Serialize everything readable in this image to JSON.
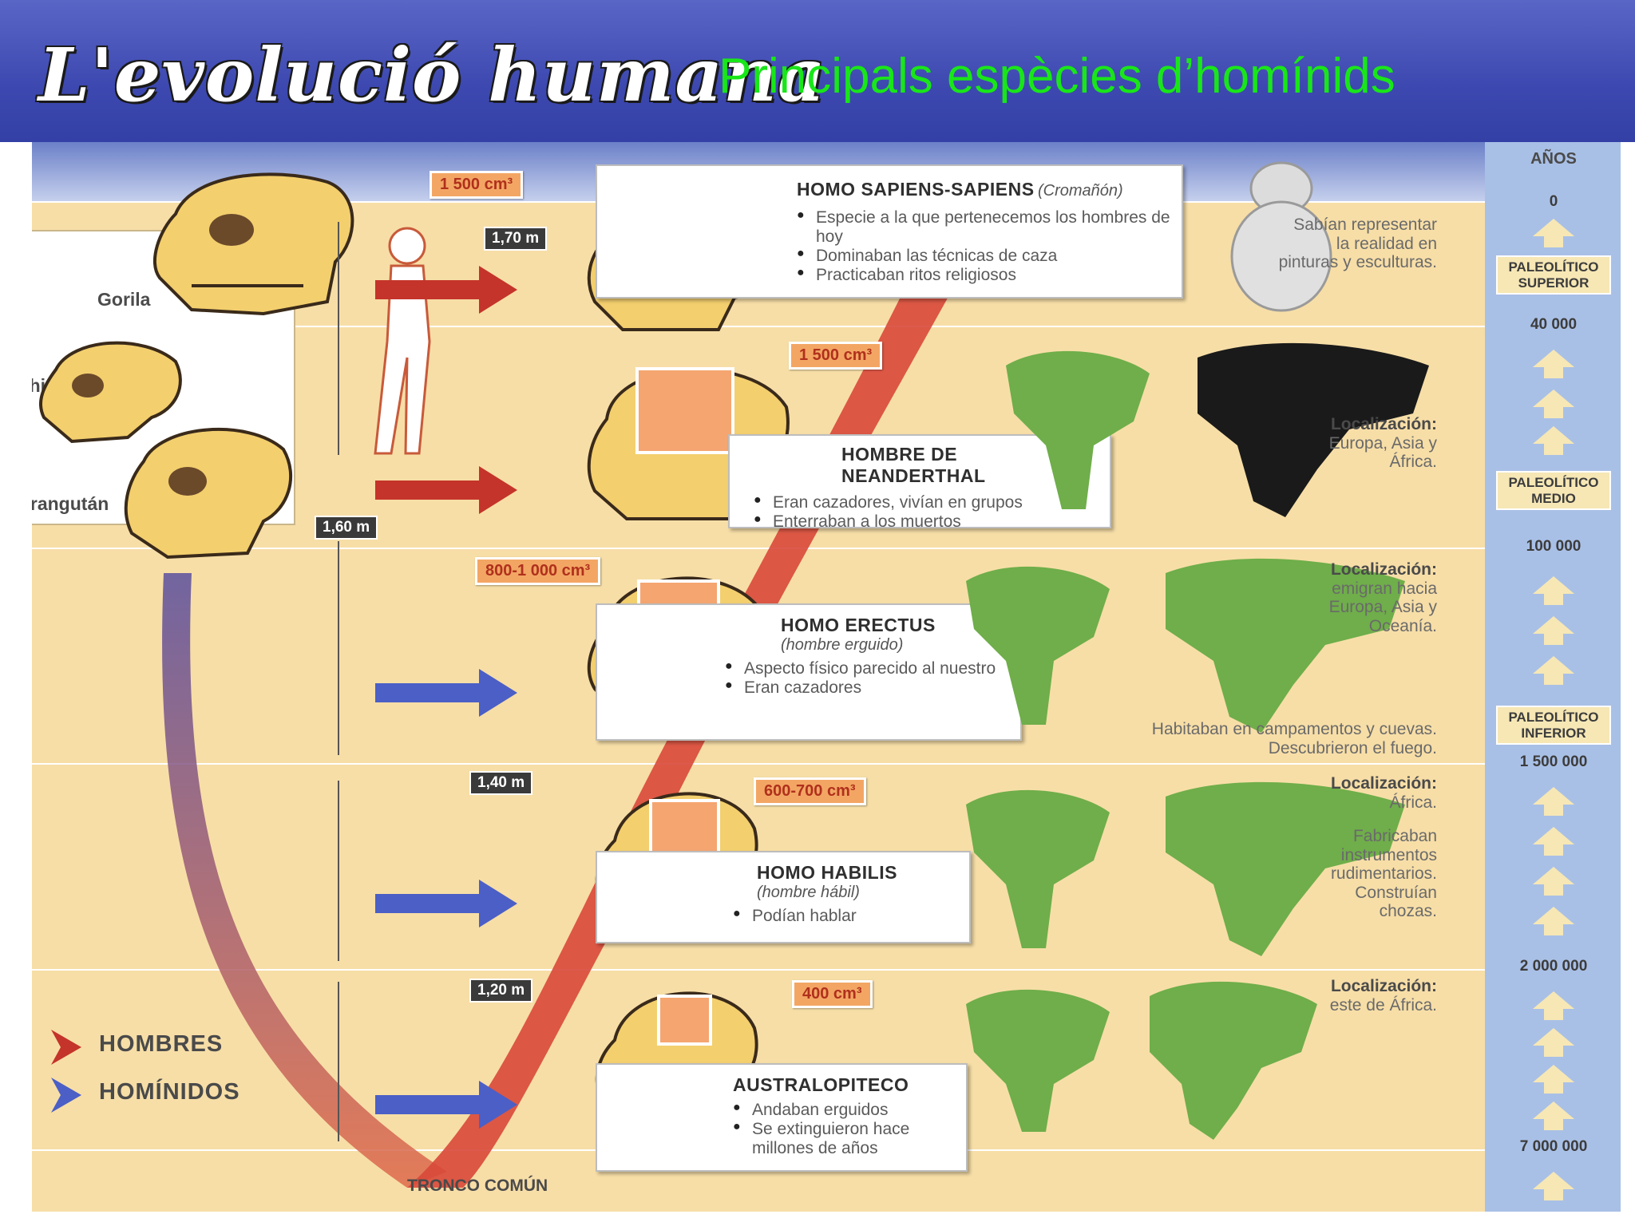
{
  "header": {
    "title": "L'evolució humana",
    "subtitle": "Principals espècies d’homínids"
  },
  "primates": {
    "labels": [
      "Gorila",
      "Chimpancé",
      "Orangután"
    ]
  },
  "species": [
    {
      "name": "HOMO SAPIENS-SAPIENS",
      "note": "(Cromañón)",
      "brain": "1 500 cm³",
      "height": "1,70 m",
      "arrow": "HOMBRES",
      "bullets": [
        "Especie a la que pertenecemos los hombres de hoy",
        "Dominaban las técnicas de caza",
        "Practicaban ritos religiosos"
      ],
      "side_text": "Sabían representar la realidad en pinturas y esculturas."
    },
    {
      "name": "HOMBRE DE NEANDERTHAL",
      "note": "",
      "brain": "1 500 cm³",
      "height": "1,60 m",
      "arrow": "HOMBRES",
      "bullets": [
        "Eran cazadores, vivían en grupos",
        "Enterraban a los muertos"
      ],
      "location_label": "Localización:",
      "location": "Europa, Asia y África."
    },
    {
      "name": "HOMO ERECTUS",
      "note": "(hombre erguido)",
      "brain": "800-1 000 cm³",
      "height": "",
      "arrow": "HOMÍNIDOS",
      "bullets": [
        "Aspecto físico parecido al nuestro",
        "Eran cazadores"
      ],
      "location_label": "Localización:",
      "location": "emigran hacia Europa, Asia y Oceanía.",
      "side_text": "Habitaban en campamentos y cuevas. Descubrieron el fuego."
    },
    {
      "name": "HOMO HABILIS",
      "note": "(hombre hábil)",
      "brain": "600-700 cm³",
      "height": "1,40 m",
      "arrow": "HOMÍNIDOS",
      "bullets": [
        "Podían hablar"
      ],
      "location_label": "Localización:",
      "location": "África.",
      "side_text": "Fabricaban instrumentos rudimentarios. Construían chozas."
    },
    {
      "name": "AUSTRALOPITECO",
      "note": "",
      "brain": "400 cm³",
      "height": "1,20 m",
      "arrow": "HOMÍNIDOS",
      "bullets": [
        "Andaban erguidos",
        "Se extinguieron hace millones de años"
      ],
      "location_label": "Localización:",
      "location": "este de África."
    }
  ],
  "timeline": {
    "title": "AÑOS",
    "ticks": [
      "0",
      "40 000",
      "100 000",
      "1 500 000",
      "2 000 000",
      "7 000 000"
    ],
    "periods": [
      "PALEOLÍTICO SUPERIOR",
      "PALEOLÍTICO MEDIO",
      "PALEOLÍTICO INFERIOR"
    ]
  },
  "legend": {
    "hombres": "HOMBRES",
    "hominidos": "HOMÍNIDOS",
    "tronco": "TRONCO COMÚN"
  },
  "colors": {
    "banner": "#3d49b0",
    "subtitle": "#19e619",
    "background": "#f7dea7",
    "hombres_arrow": "#c4342a",
    "hominidos_arrow": "#4b5fc6",
    "skull": "#f3cf6e",
    "map_land": "#6fae4a",
    "timebar": "#a9c0e6"
  }
}
